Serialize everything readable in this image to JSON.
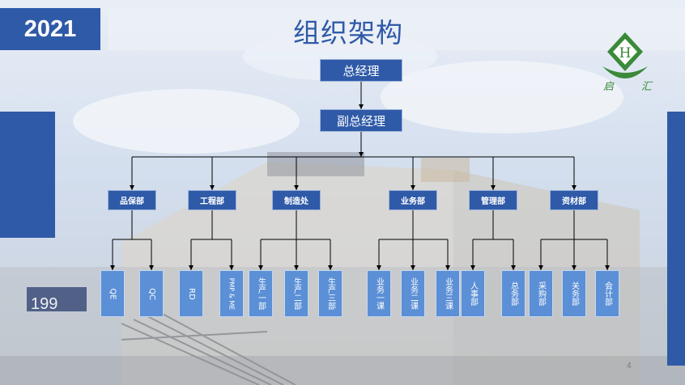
{
  "header": {
    "year": "2021",
    "title": "组织架构"
  },
  "logo": {
    "letter": "H",
    "text_left": "启",
    "text_right": "汇"
  },
  "org": {
    "top": "总经理",
    "deputy": "副总经理",
    "departments": [
      {
        "name": "品保部",
        "units": [
          "QE",
          "QC"
        ]
      },
      {
        "name": "工程部",
        "units": [
          "RD",
          "PMP & ME"
        ]
      },
      {
        "name": "制造处",
        "units": [
          "生产一部",
          "生产二部",
          "生产三部"
        ]
      },
      {
        "name": "业务部",
        "units": [
          "业务一课",
          "业务二课",
          "业务三课"
        ]
      },
      {
        "name": "管理部",
        "units": [
          "人事部",
          "总务部"
        ]
      },
      {
        "name": "资材部",
        "units": [
          "采购部",
          "关务部",
          "会计部"
        ]
      }
    ]
  },
  "page_number": "4",
  "colors": {
    "primary": "#2f5aa8",
    "leaf": "#5b8fd6",
    "connector": "#000000",
    "logo_green": "#3a8a3a"
  }
}
